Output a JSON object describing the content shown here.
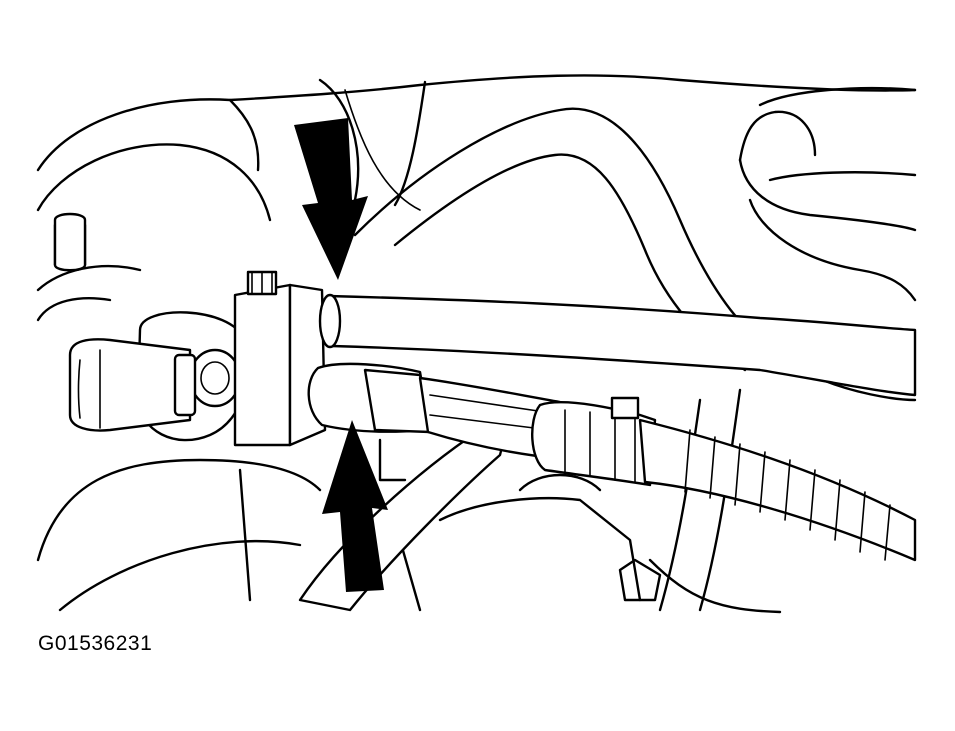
{
  "figure": {
    "id_label": "G01536231"
  },
  "illustration": {
    "subject": "engine-compartment-hose-connection",
    "callouts": [
      {
        "name": "arrow-down",
        "points_to": "upper-hose-connection"
      },
      {
        "name": "arrow-up",
        "points_to": "lower-hose-connection"
      }
    ],
    "colors": {
      "line": "#000000",
      "background": "#ffffff"
    }
  }
}
